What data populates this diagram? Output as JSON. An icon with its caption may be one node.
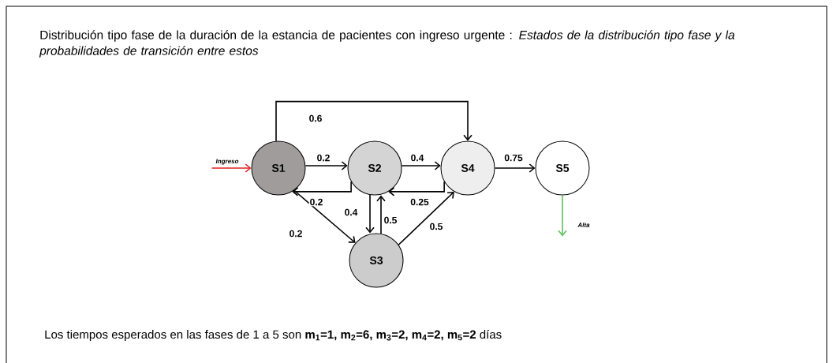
{
  "diagram": {
    "title": "Distribución tipo fase de la duración de la estancia de pacientes con ingreso urgente : *Estados de la distribución tipo fase y la probabilidades de transición entre estos*",
    "nodes": [
      {
        "text": [
          "S1"
        ]
      },
      {
        "text": [
          "S2"
        ]
      },
      {
        "text": [
          "S3"
        ]
      },
      {
        "text": [
          "S4"
        ]
      },
      {
        "text": [
          "S5"
        ]
      }
    ],
    "edges": [
      {
        "from": null,
        "to": 0,
        "arrow": "to",
        "label": "Ingreso",
        "color": "#e02020"
      },
      {
        "from": 0,
        "to": 1,
        "arrow": "to",
        "label": "0.2"
      },
      {
        "from": 0,
        "to": 3,
        "arrow": "to",
        "label": "0.6"
      },
      {
        "from": 0,
        "to": 2,
        "arrow": "to",
        "label": "0.2"
      },
      {
        "from": 1,
        "to": 0,
        "arrow": "to",
        "label": "0.2"
      },
      {
        "from": 1,
        "to": 3,
        "arrow": "to",
        "label": "0.4"
      },
      {
        "from": 1,
        "to": 2,
        "arrow": "to",
        "label": "0.4"
      },
      {
        "from": 2,
        "to": 1,
        "arrow": "to",
        "label": "0.5"
      },
      {
        "from": 2,
        "to": 3,
        "arrow": "to",
        "label": "0.5"
      },
      {
        "from": 3,
        "to": 1,
        "arrow": "to",
        "label": "0.25"
      },
      {
        "from": 3,
        "to": 4,
        "arrow": "to",
        "label": "0.75"
      },
      {
        "from": 4,
        "to": null,
        "arrow": "to",
        "label": "Alta",
        "color": "#5cc05c"
      }
    ],
    "labels": [
      "Los tiempos esperados en las fases de 1 a 5 son **m$_{1}$=1, m$_{2}$=6, m$_{3}$=2, m$_{4}$=2, m$_{5}$=2** días"
    ]
  }
}
